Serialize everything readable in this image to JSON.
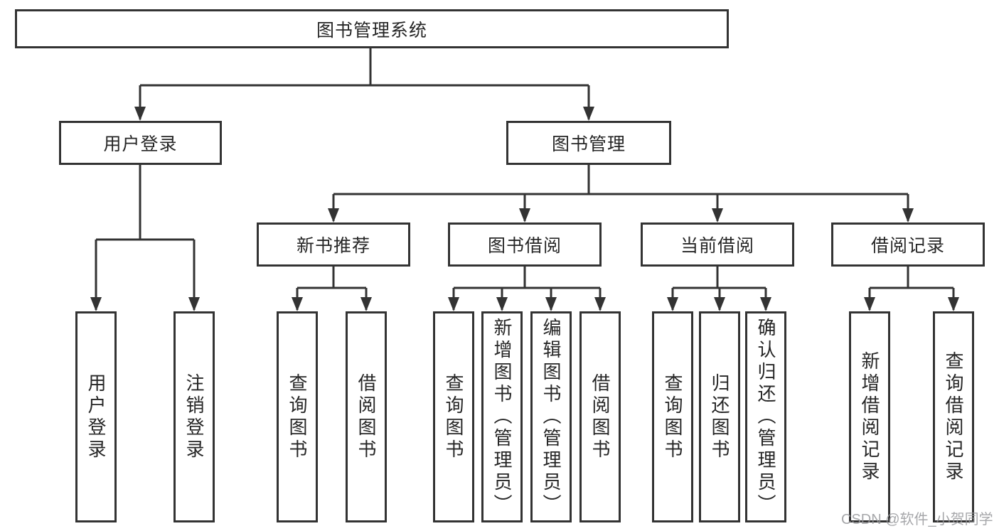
{
  "diagram": {
    "title": "图书管理系统",
    "nodes": {
      "root": "图书管理系统",
      "level1": [
        "用户登录",
        "图书管理"
      ],
      "level2_under_book_mgmt": [
        "新书推荐",
        "图书借阅",
        "当前借阅",
        "借阅记录"
      ],
      "leaves_under_user_login": [
        "用户登录",
        "注销登录"
      ],
      "leaves_under_new_books": [
        "查询图书",
        "借阅图书"
      ],
      "leaves_under_book_borrow": [
        "查询图书",
        "新增图书（管理员）",
        "编辑图书（管理员）",
        "借阅图书"
      ],
      "leaves_under_current_borrow": [
        "查询图书",
        "归还图书",
        "确认归还（管理员）"
      ],
      "leaves_under_borrow_records": [
        "新增借阅记录",
        "查询借阅记录"
      ]
    },
    "watermark": "CSDN @软件_小贺同学",
    "colors": {
      "line": "#333333",
      "text": "#262626",
      "box_fill": "#ffffff",
      "watermark": "#96989b",
      "background": "#ffffff"
    }
  }
}
